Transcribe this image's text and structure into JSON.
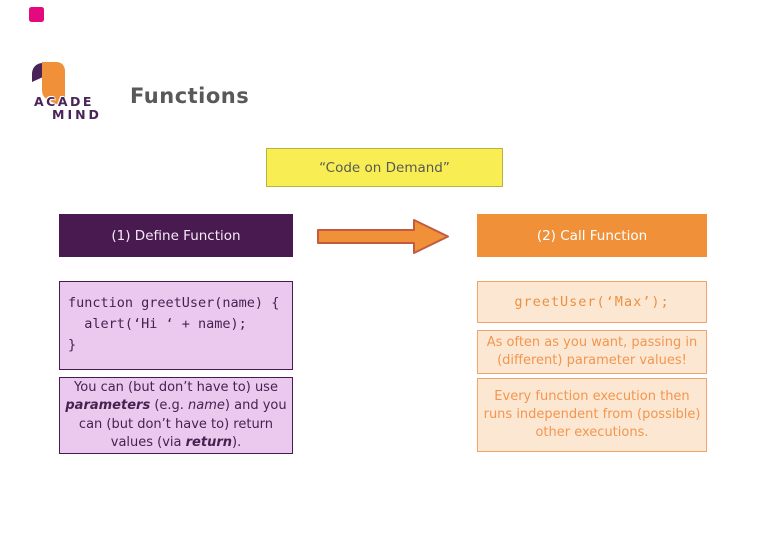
{
  "slide": {
    "background": "#ffffff"
  },
  "marker": {
    "color": "#e5097f"
  },
  "logo": {
    "word_top": "ACADE",
    "word_bottom": "MIND",
    "ribbon_color": "#f0913a",
    "curl_color": "#4a2458",
    "text_color": "#4a2458"
  },
  "title": {
    "text": "Functions",
    "color": "#595959"
  },
  "banner": {
    "text": "“Code on Demand”",
    "bg": "#f8ee54",
    "border": "#bcb143",
    "text_color": "#595959"
  },
  "arrow": {
    "fill": "#f0913a",
    "stroke": "#c25b40"
  },
  "define": {
    "header_label": "(1) Define Function",
    "header_bg": "#481a4f",
    "header_text_color": "#f5eaf6",
    "box_bg": "#ebc9ef",
    "box_border": "#481a4f",
    "text_color": "#45234f",
    "code_lines": [
      "function greetUser(name) {",
      "  alert(‘Hi ‘ + name);",
      "}"
    ],
    "note_segments": [
      {
        "t": "You can (but don’t have to) use\n"
      },
      {
        "t": "parameters",
        "b": true,
        "i": true
      },
      {
        "t": " (e.g. "
      },
      {
        "t": "name",
        "i": true
      },
      {
        "t": ") and you\ncan (but don’t have to) return\nvalues (via "
      },
      {
        "t": "return",
        "b": true,
        "i": true
      },
      {
        "t": ")."
      }
    ]
  },
  "call": {
    "header_label": "(2) Call Function",
    "header_bg": "#f0913a",
    "header_text_color": "#ffffff",
    "box_bg": "#fce7d2",
    "box_border": "#f2a468",
    "code_text_color": "#ed9040",
    "note_text_color": "#f29650",
    "code": "greetUser(‘Max’);",
    "note1_lines": [
      "As often as you want, passing in",
      "(different) parameter values!"
    ],
    "note2_lines": [
      "Every function execution then",
      "runs independent from (possible)",
      "other executions."
    ]
  }
}
